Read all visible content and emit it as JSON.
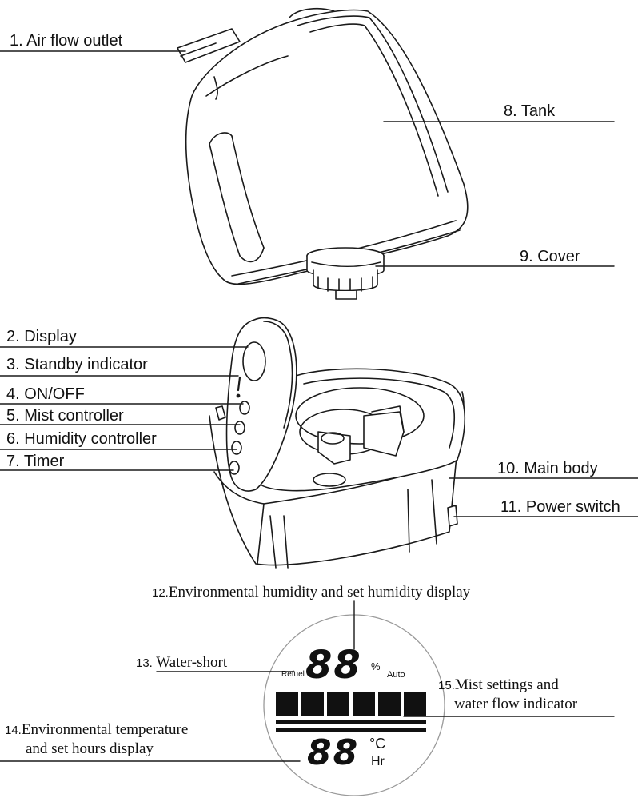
{
  "parts": {
    "p1": "1. Air flow outlet",
    "p2": "2. Display",
    "p3": "3. Standby indicator",
    "p4": "4. ON/OFF",
    "p5": "5. Mist controller",
    "p6": "6. Humidity controller",
    "p7": "7. Timer",
    "p8": "8. Tank",
    "p9": "9. Cover",
    "p10": "10. Main body",
    "p11": "11. Power switch"
  },
  "display_labels": {
    "p12_num": "12.",
    "p12_text": "Environmental humidity and set humidity display",
    "p13_num": "13.",
    "p13_text": "Water-short",
    "p14_num": "14.",
    "p14_line1": "Environmental temperature",
    "p14_line2": "and set hours display",
    "p15_num": "15.",
    "p15_line1": "Mist settings and",
    "p15_line2": "water flow indicator"
  },
  "lcd": {
    "top_digits": "88",
    "refuel": "Refuel",
    "percent": "%",
    "auto": "Auto",
    "bottom_digits": "88",
    "celsius": "°C",
    "hours": "Hr"
  }
}
